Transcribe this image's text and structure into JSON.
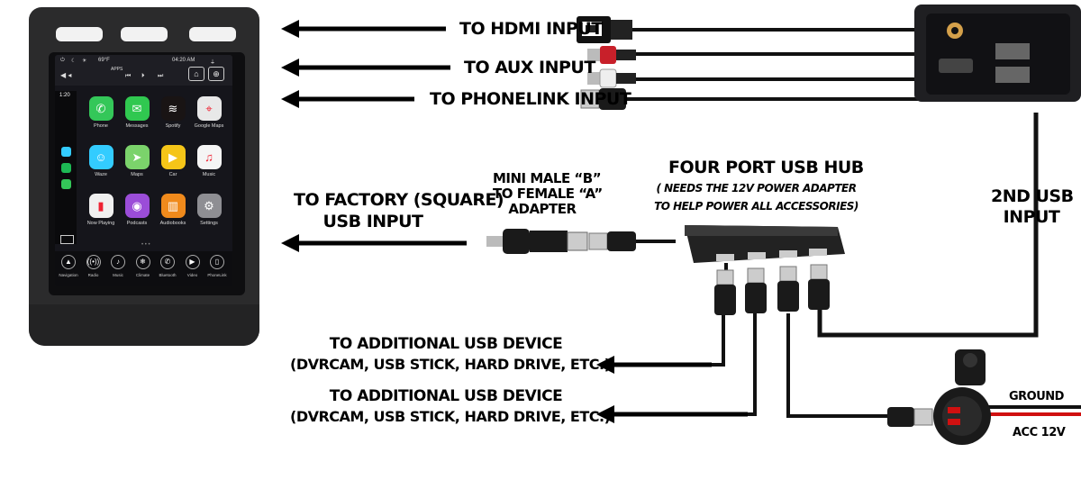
{
  "labels": {
    "hdmi": "TO HDMI INPUT",
    "aux": "TO AUX INPUT",
    "phonelink": "TO PHONELINK INPUT",
    "factory_line1": "TO FACTORY (SQUARE)",
    "factory_line2": "USB INPUT",
    "adapter_line1": "MINI MALE “B”",
    "adapter_line2": "TO FEMALE “A”",
    "adapter_line3": "ADAPTER",
    "hub_title": "FOUR PORT USB HUB",
    "hub_note1": "( NEEDS THE 12V POWER ADAPTER",
    "hub_note2": "TO HELP POWER ALL ACCESSORIES)",
    "usb2_line1": "2ND USB",
    "usb2_line2": "INPUT",
    "device1_line1": "TO ADDITIONAL USB DEVICE",
    "device1_line2": "(DVRCAM, USB STICK, HARD DRIVE, ETC.)",
    "device2_line1": "TO ADDITIONAL USB DEVICE",
    "device2_line2": "(DVRCAM, USB STICK, HARD DRIVE, ETC.)",
    "ground": "GROUND",
    "acc": "ACC 12V"
  },
  "screen": {
    "time_left": "1:20",
    "time_top": "04:20 AM",
    "temp": "69°F",
    "apps_label": "APPS",
    "apps": [
      {
        "name": "Phone",
        "color": "#34c759",
        "glyph": "✆"
      },
      {
        "name": "Messages",
        "color": "#30c850",
        "glyph": "✉"
      },
      {
        "name": "Spotify",
        "color": "#191414",
        "glyph": "≋"
      },
      {
        "name": "Google Maps",
        "color": "#e8e8e8",
        "glyph": "⌖"
      },
      {
        "name": "Waze",
        "color": "#33ccff",
        "glyph": "☺"
      },
      {
        "name": "Maps",
        "color": "#7bd36b",
        "glyph": "➤"
      },
      {
        "name": "Car",
        "color": "#f5c518",
        "glyph": "▶"
      },
      {
        "name": "Music",
        "color": "#f5f5f5",
        "glyph": "♫"
      },
      {
        "name": "Now Playing",
        "color": "#f0f0f0",
        "glyph": "▮"
      },
      {
        "name": "Podcasts",
        "color": "#9b4dd8",
        "glyph": "◉"
      },
      {
        "name": "Audiobooks",
        "color": "#f08a1c",
        "glyph": "▥"
      },
      {
        "name": "Settings",
        "color": "#8e8e93",
        "glyph": "⚙"
      }
    ],
    "nav": [
      {
        "name": "Navigation",
        "glyph": "▲"
      },
      {
        "name": "Radio",
        "glyph": "((•))"
      },
      {
        "name": "Music",
        "glyph": "♪"
      },
      {
        "name": "Climate",
        "glyph": "❄"
      },
      {
        "name": "Bluetooth",
        "glyph": "✆"
      },
      {
        "name": "Video",
        "glyph": "▶"
      },
      {
        "name": "PhoneLink",
        "glyph": "▯"
      }
    ]
  },
  "colors": {
    "arrow": "#000000",
    "cable": "#111111",
    "ground_wire": "#111111",
    "acc_wire": "#d01010",
    "rca_red": "#c8202a",
    "rca_white": "#eeeeee"
  }
}
